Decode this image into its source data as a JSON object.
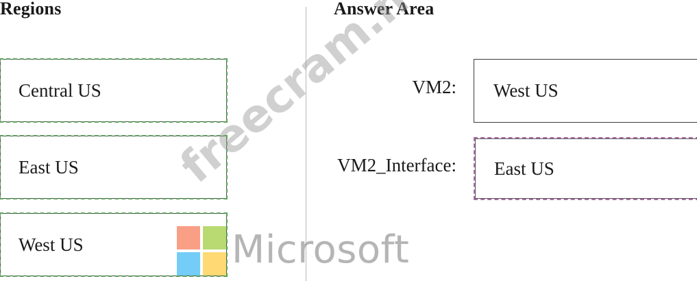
{
  "regions": {
    "heading": "Regions",
    "items": [
      "Central US",
      "East US",
      "West US"
    ]
  },
  "answer_area": {
    "heading": "Answer Area",
    "rows": [
      {
        "label": "VM2:",
        "value": "West US"
      },
      {
        "label": "VM2_Interface:",
        "value": "East US"
      }
    ]
  },
  "watermark": {
    "site": "freecram.net",
    "brand": "Microsoft",
    "logo_colors": [
      "#f25022",
      "#7fba00",
      "#00a4ef",
      "#ffb900"
    ]
  }
}
